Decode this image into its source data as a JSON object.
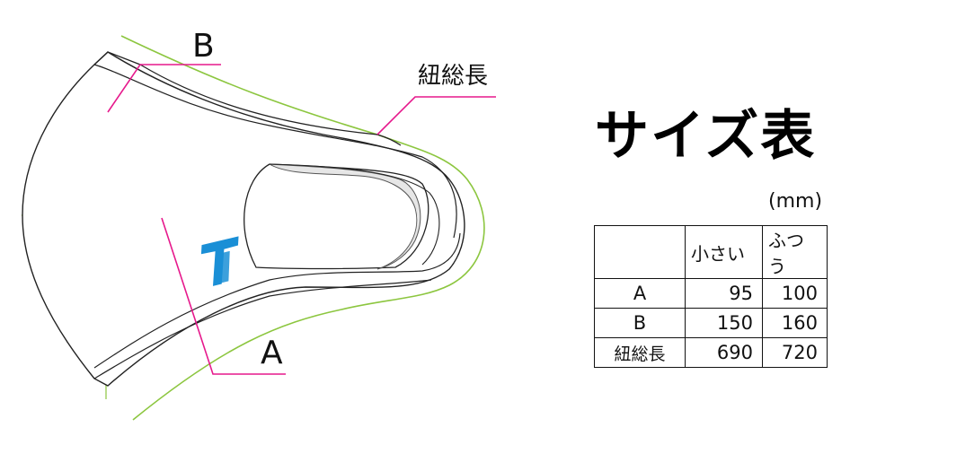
{
  "labels": {
    "b": "B",
    "a": "A",
    "cord_length": "紐総長"
  },
  "title": "サイズ表",
  "unit": "(mm)",
  "table": {
    "headers": [
      "",
      "小さい",
      "ふつう"
    ],
    "rows": [
      {
        "label": "A",
        "small": "95",
        "regular": "100"
      },
      {
        "label": "B",
        "small": "150",
        "regular": "160"
      },
      {
        "label": "紐総長",
        "small": "690",
        "regular": "720"
      }
    ]
  },
  "colors": {
    "guide_green": "#8cc63f",
    "leader_magenta": "#e6198c",
    "logo_blue": "#1a8fd6",
    "insert_gray": "#e6e6e6"
  }
}
